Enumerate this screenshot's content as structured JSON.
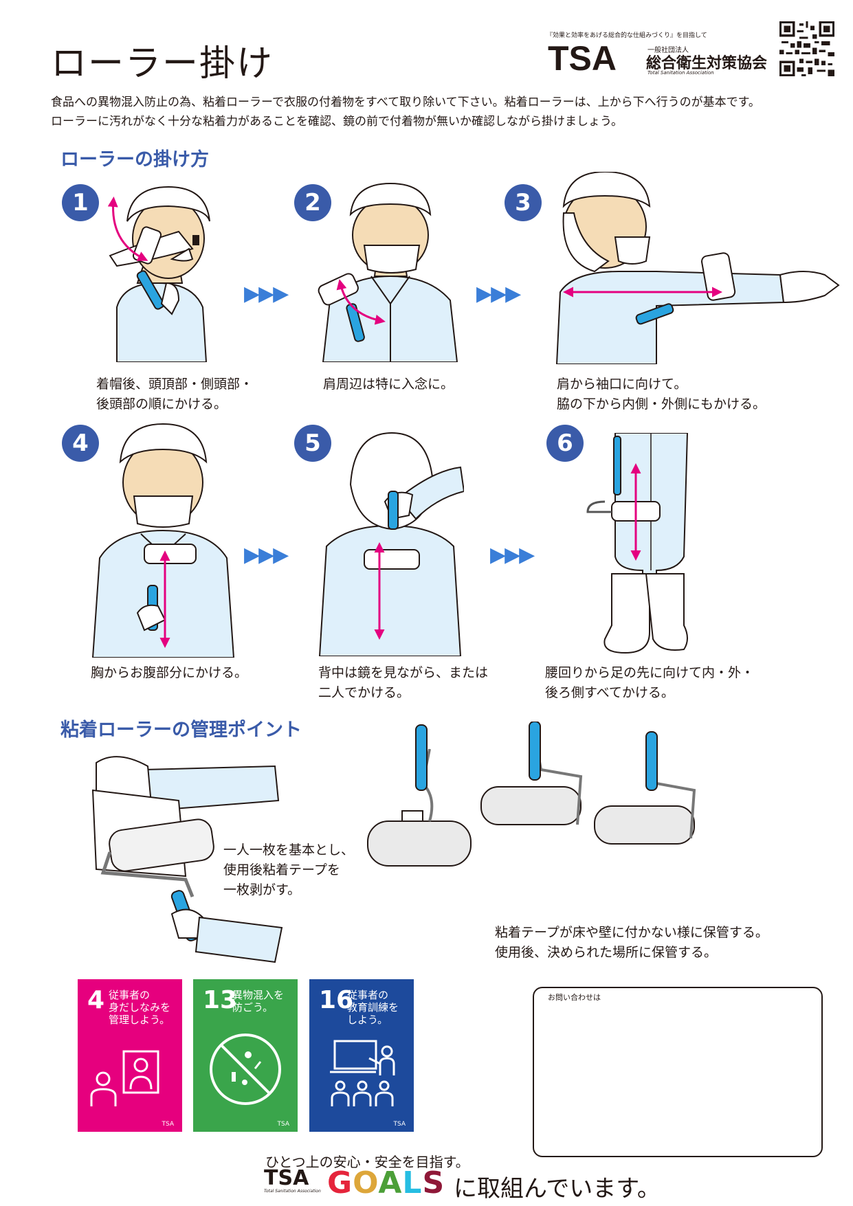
{
  "title": "ローラー掛け",
  "intro": [
    "食品への異物混入防止の為、粘着ローラーで衣服の付着物をすべて取り除いて下さい。粘着ローラーは、上から下へ行うのが基本です。",
    "ローラーに汚れがなく十分な粘着力があることを確認、鏡の前で付着物が無いか確認しながら掛けましょう。"
  ],
  "logo": {
    "tagline": "『効果と効率をあげる総合的な仕組みづくり』を目指して",
    "mark": "TSA",
    "org_small": "一般社団法人",
    "org_name": "総合衛生対策協会",
    "org_en": "Total Sanitation Association"
  },
  "section_method": "ローラーの掛け方",
  "arrow_glyph": "▶▶▶",
  "steps": [
    {
      "num": "1",
      "lines": [
        "着帽後、頭頂部・側頭部・",
        "後頭部の順にかける。"
      ]
    },
    {
      "num": "2",
      "lines": [
        "肩周辺は特に入念に。"
      ]
    },
    {
      "num": "3",
      "lines": [
        "肩から袖口に向けて。",
        "脇の下から内側・外側にもかける。"
      ]
    },
    {
      "num": "4",
      "lines": [
        "胸からお腹部分にかける。"
      ]
    },
    {
      "num": "5",
      "lines": [
        "背中は鏡を見ながら、または",
        "二人でかける。"
      ]
    },
    {
      "num": "6",
      "lines": [
        "腰回りから足の先に向けて内・外・",
        "後ろ側すべてかける。"
      ]
    }
  ],
  "section_manage": "粘着ローラーの管理ポイント",
  "manage": {
    "text1": [
      "一人一枚を基本とし、",
      "使用後粘着テープを",
      "一枚剥がす。"
    ],
    "text2": [
      "粘着テープが床や壁に付かない様に保管する。",
      "使用後、決められた場所に保管する。"
    ]
  },
  "sdg_cards": [
    {
      "num": "4",
      "lines": [
        "従事者の",
        "身だしなみを",
        "管理しよう。"
      ],
      "color": "#e6007e"
    },
    {
      "num": "13",
      "lines": [
        "異物混入を",
        "防ごう。"
      ],
      "color": "#3aa54b"
    },
    {
      "num": "16",
      "lines": [
        "従事者の",
        "教育訓練を",
        "しよう。"
      ],
      "color": "#1d4a9c"
    }
  ],
  "sdg_mark": "TSA",
  "contact_label": "お問い合わせは",
  "goals": {
    "line1": "ひとつ上の安心・安全を目指す。",
    "tsa": "TSA",
    "tsa_en": "Total Sanitation Association",
    "letters": [
      "G",
      "O",
      "A",
      "L",
      "S"
    ],
    "tail": "に取組んでいます。"
  },
  "colors": {
    "accent": "#3a5ba9",
    "arrow": "#e4007f",
    "suit": "#dff0fb",
    "roller_handle": "#2aa4e0"
  }
}
